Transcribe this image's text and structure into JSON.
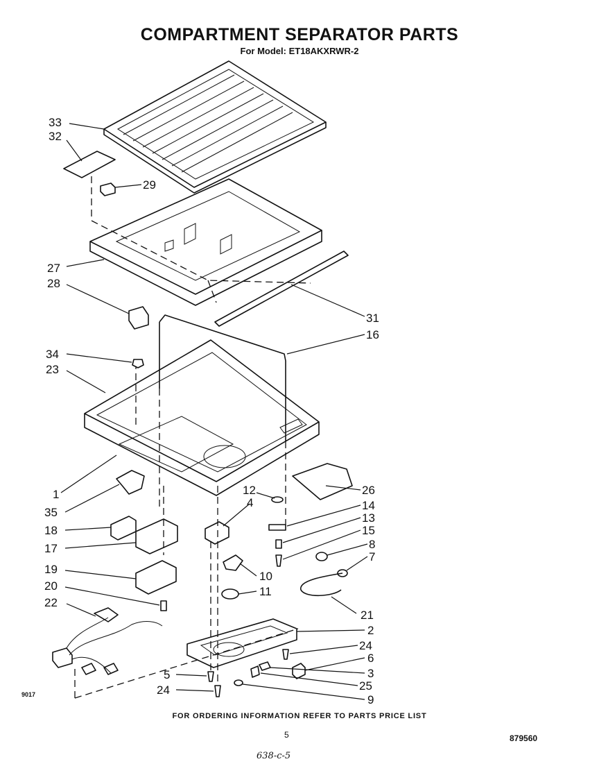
{
  "header": {
    "title": "COMPARTMENT SEPARATOR PARTS",
    "subtitle": "For Model: ET18AKXRWR-2"
  },
  "footer": {
    "note": "FOR ORDERING INFORMATION REFER TO PARTS PRICE LIST",
    "page": "5",
    "code_left": "9017",
    "code_right": "879560",
    "handwritten": "638-c-5"
  },
  "labels": {
    "n33": "33",
    "n32": "32",
    "n29": "29",
    "n27": "27",
    "n28": "28",
    "n31": "31",
    "n16": "16",
    "n34": "34",
    "n23": "23",
    "n1": "1",
    "n35": "35",
    "n18": "18",
    "n17": "17",
    "n19": "19",
    "n20": "20",
    "n22": "22",
    "n12": "12",
    "n4": "4",
    "n26": "26",
    "n14": "14",
    "n13": "13",
    "n15": "15",
    "n8": "8",
    "n7": "7",
    "n10": "10",
    "n11": "11",
    "n21": "21",
    "n2": "2",
    "n24a": "24",
    "n6": "6",
    "n3": "3",
    "n5": "5",
    "n25": "25",
    "n24b": "24",
    "n9": "9"
  }
}
